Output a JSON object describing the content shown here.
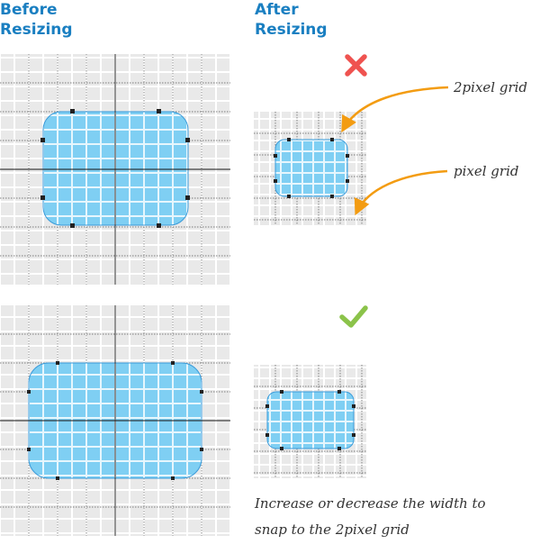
{
  "headings": {
    "before_line1": "Before",
    "before_line2": "Resizing",
    "after_line1": "After",
    "after_line2": "Resizing"
  },
  "labels": {
    "two_pixel_grid": "2pixel grid",
    "pixel_grid": "pixel grid"
  },
  "caption": {
    "line1": "Increase or decrease the width to",
    "line2": "snap to the 2pixel grid"
  },
  "colors": {
    "heading": "#1a7fc1",
    "cross": "#ef5350",
    "check": "#8bc34a",
    "arrow": "#f39c12",
    "shape_fill": "#7fcff3",
    "shape_stroke": "#3a9ad9",
    "grid_bg": "#ebebeb"
  },
  "icons": {
    "wrong": "cross-icon",
    "right": "check-icon"
  }
}
